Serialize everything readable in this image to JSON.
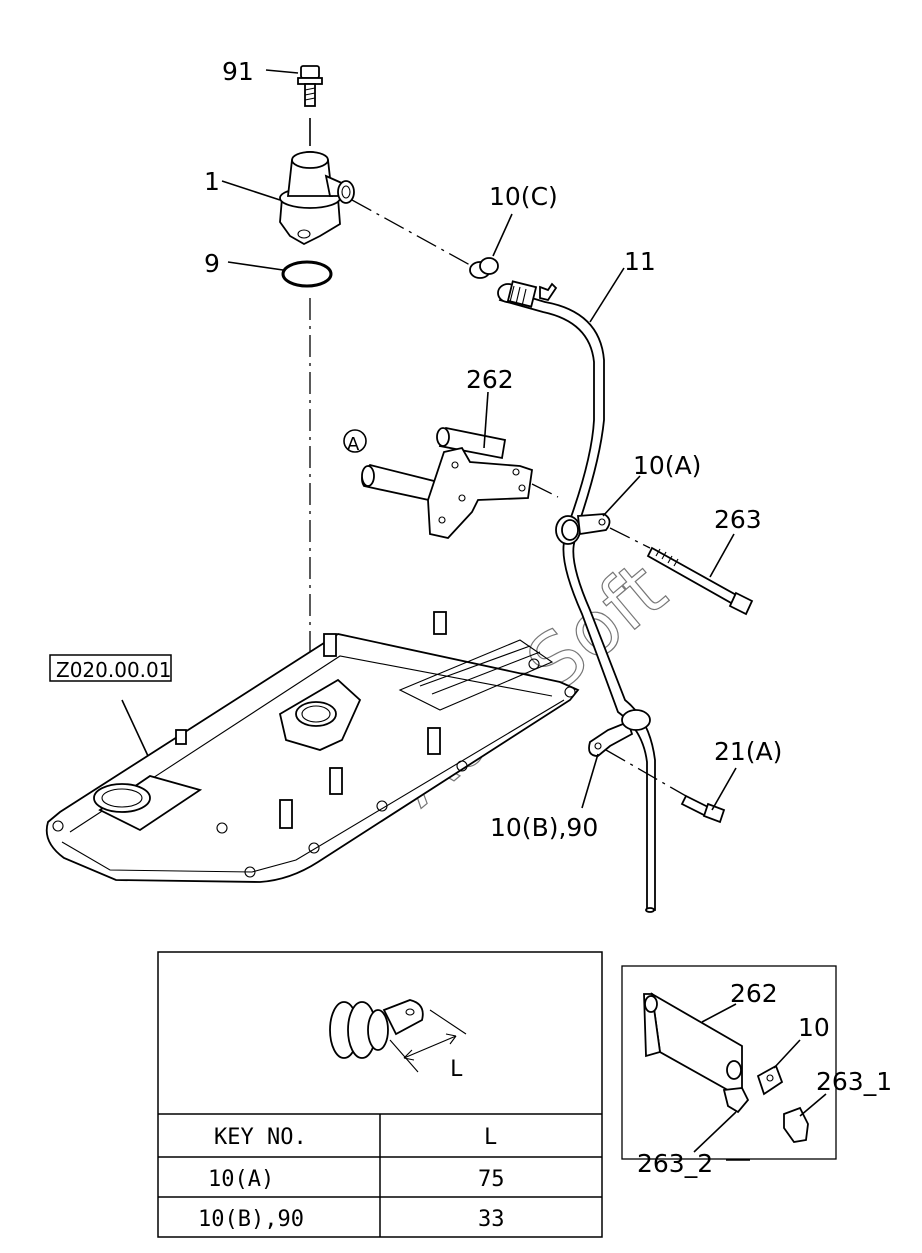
{
  "callouts": {
    "c91": "91",
    "c1": "1",
    "c9": "9",
    "c10c": "10(C)",
    "c11": "11",
    "c262": "262",
    "cA": "A",
    "c10a": "10(A)",
    "c263": "263",
    "cZ": "Z020.00.01",
    "c21a": "21(A)",
    "c10b90": "10(B),90"
  },
  "watermark": "AutoSoft",
  "clip_table": {
    "dimension_label": "L",
    "header": [
      "KEY NO.",
      "L"
    ],
    "rows": [
      [
        "10(A)",
        "75"
      ],
      [
        "10(B),90",
        "33"
      ]
    ]
  },
  "detail": {
    "c262": "262",
    "c10": "10",
    "c263_1": "263_1",
    "c263_2": "263_2"
  }
}
